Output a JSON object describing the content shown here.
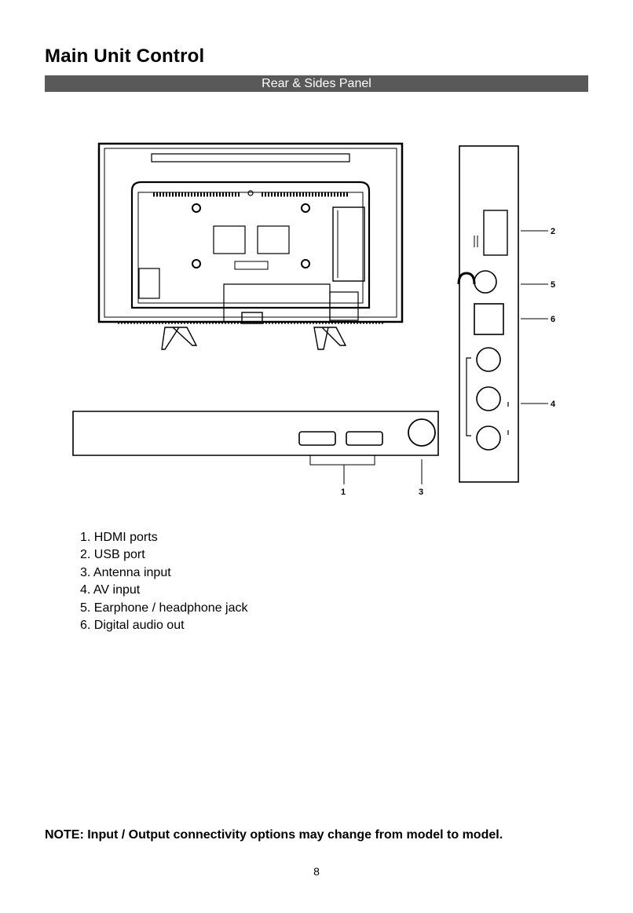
{
  "page": {
    "title": "Main Unit Control",
    "section_header": "Rear & Sides Panel",
    "note": "NOTE: Input / Output connectivity options may change from model to model.",
    "page_number": "8"
  },
  "callouts": {
    "c1": "1",
    "c2": "2",
    "c3": "3",
    "c4": "4",
    "c5": "5",
    "c6": "6"
  },
  "port_list": [
    "1. HDMI ports",
    "2. USB port",
    "3. Antenna input",
    "4. AV input",
    "5. Earphone / headphone jack",
    "6. Digital audio out"
  ]
}
